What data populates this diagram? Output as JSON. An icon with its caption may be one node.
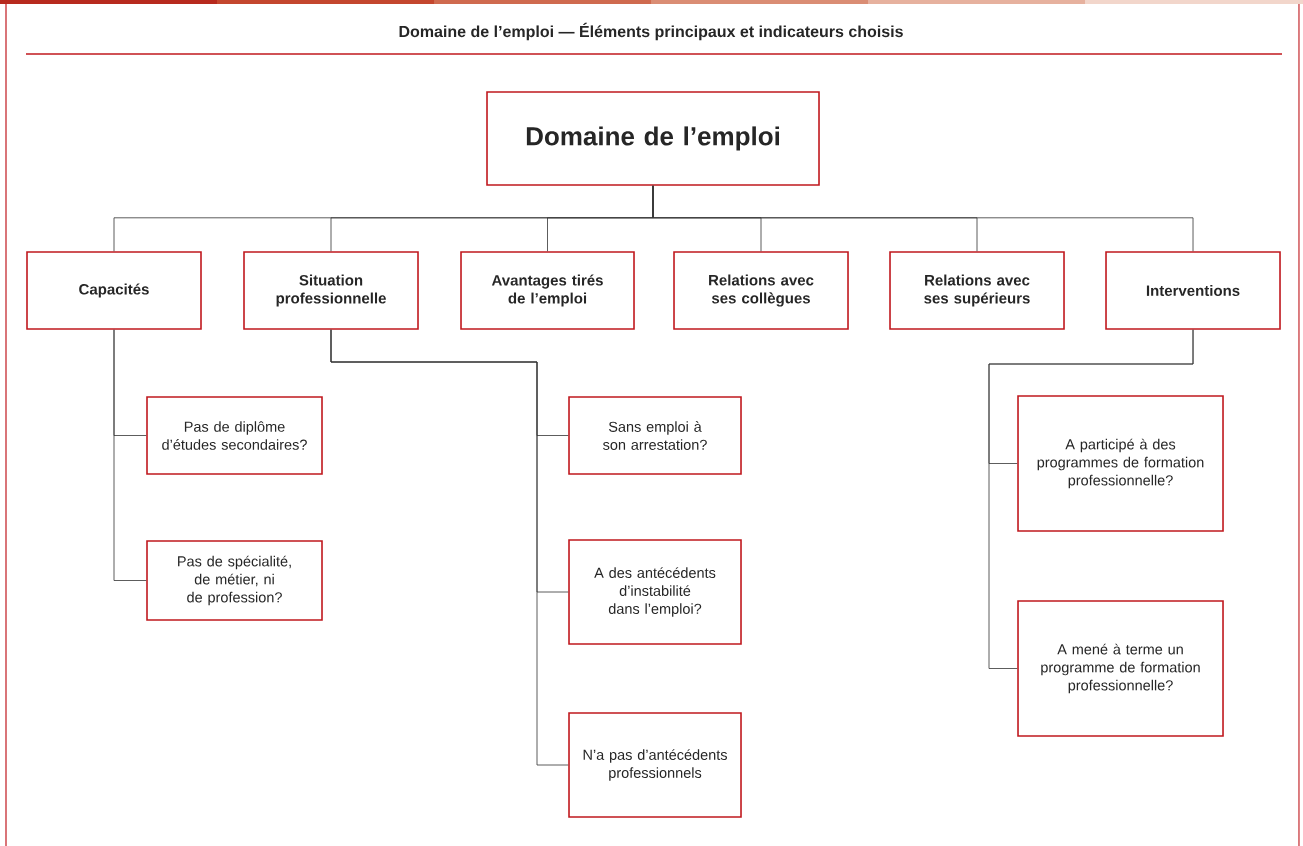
{
  "diagram": {
    "title": "Domaine de l’emploi — Éléments principaux et indicateurs choisis",
    "nodes": [
      {
        "text": [
          "Domaine de l’emploi"
        ]
      },
      {
        "text": [
          "Capacités"
        ]
      },
      {
        "text": [
          "Situation professionnelle"
        ]
      },
      {
        "text": [
          "Avantages tirés de l’emploi"
        ]
      },
      {
        "text": [
          "Relations avec ses collègues"
        ]
      },
      {
        "text": [
          "Relations avec ses supérieurs"
        ]
      },
      {
        "text": [
          "Interventions"
        ]
      },
      {
        "text": [
          "Pas de diplôme d’études secondaires?"
        ]
      },
      {
        "text": [
          "Pas de spécialité, de métier, ni de profession?"
        ]
      },
      {
        "text": [
          "Sans emploi à son arrestation?"
        ]
      },
      {
        "text": [
          "A des antécédents d’instabilité dans l’emploi?"
        ]
      },
      {
        "text": [
          "N’a pas d’antécédents professionnels"
        ]
      },
      {
        "text": [
          "A participé à des programmes de formation professionnelle?"
        ]
      },
      {
        "text": [
          "A mené à terme un programme de formation professionnelle?"
        ]
      }
    ],
    "edges": [
      {
        "from": 0,
        "to": 1,
        "arrow": "none"
      },
      {
        "from": 0,
        "to": 2,
        "arrow": "none"
      },
      {
        "from": 0,
        "to": 3,
        "arrow": "none"
      },
      {
        "from": 0,
        "to": 4,
        "arrow": "none"
      },
      {
        "from": 0,
        "to": 5,
        "arrow": "none"
      },
      {
        "from": 0,
        "to": 6,
        "arrow": "none"
      },
      {
        "from": 1,
        "to": 7,
        "arrow": "none"
      },
      {
        "from": 1,
        "to": 8,
        "arrow": "none"
      },
      {
        "from": 2,
        "to": 9,
        "arrow": "none"
      },
      {
        "from": 2,
        "to": 10,
        "arrow": "none"
      },
      {
        "from": 2,
        "to": 11,
        "arrow": "none"
      },
      {
        "from": 6,
        "to": 12,
        "arrow": "none"
      },
      {
        "from": 6,
        "to": 13,
        "arrow": "none"
      }
    ]
  }
}
